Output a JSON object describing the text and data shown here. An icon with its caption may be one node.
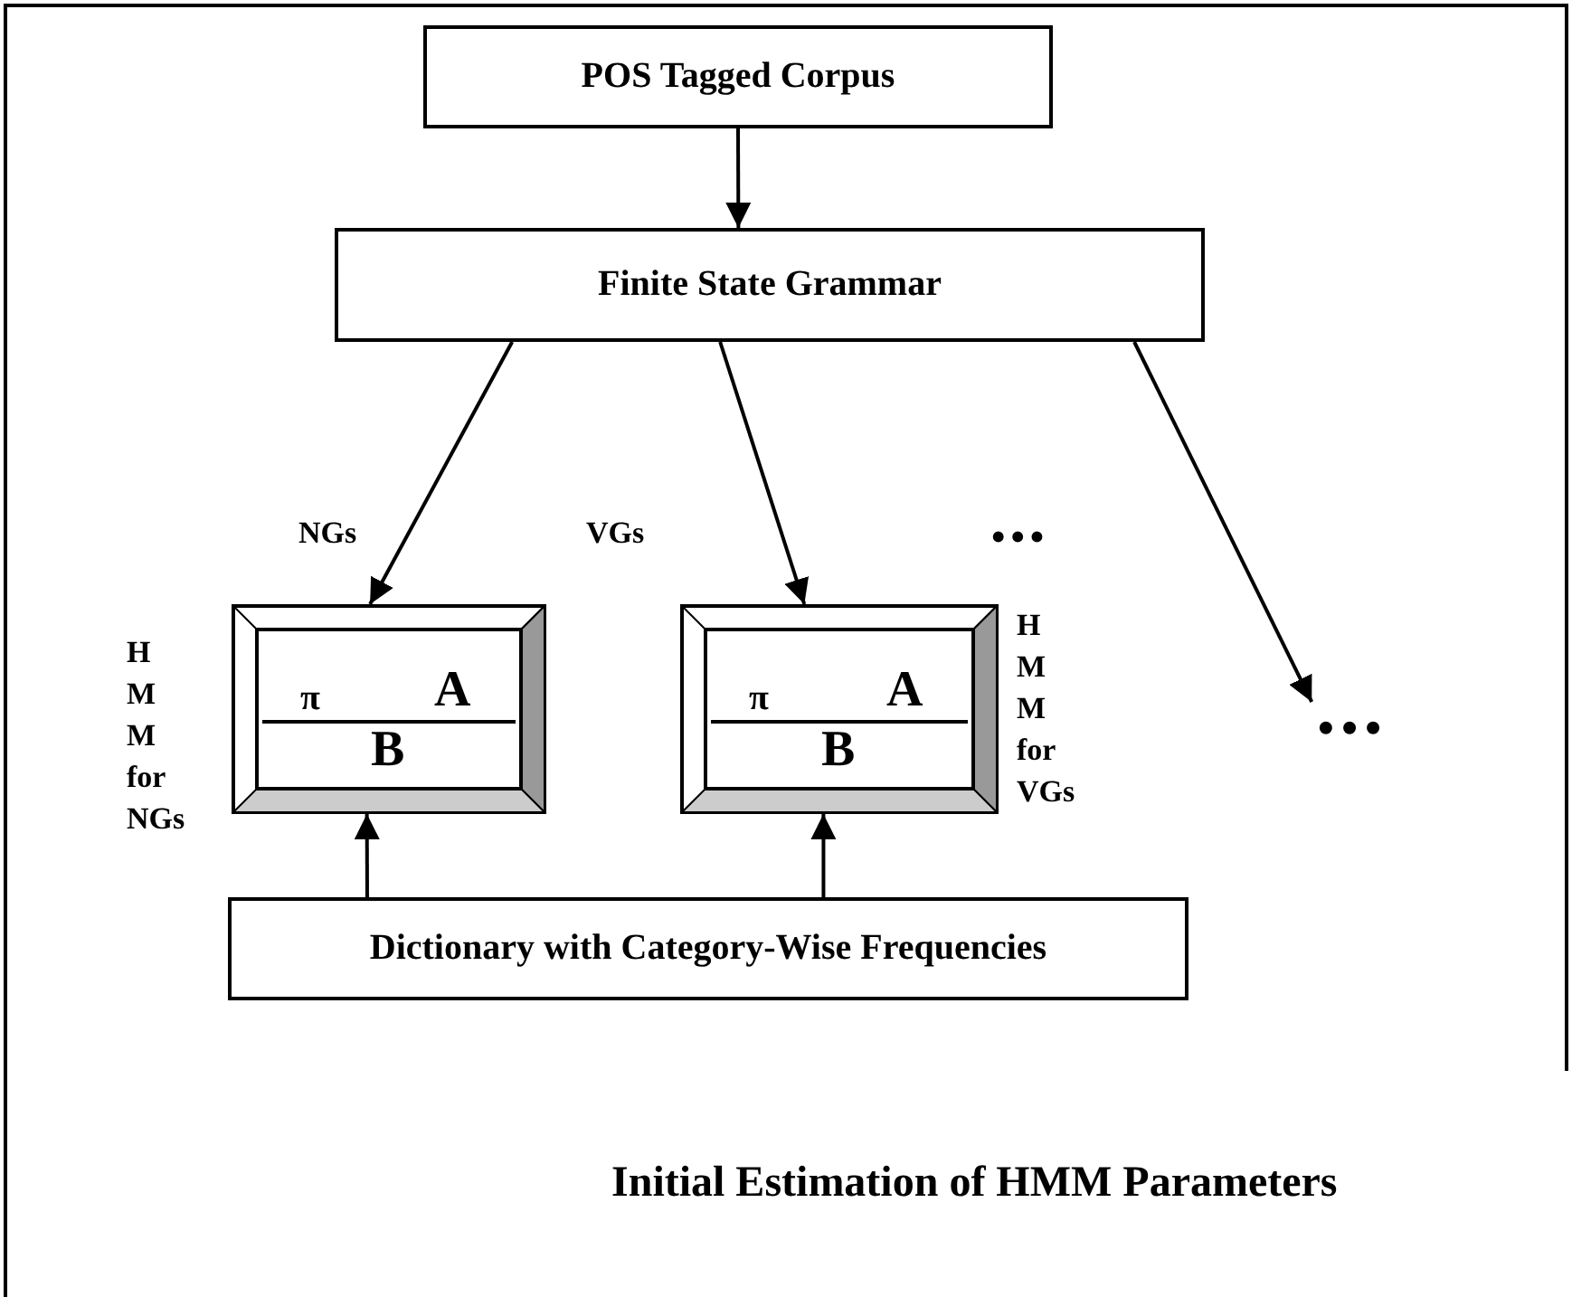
{
  "diagram": {
    "caption": "Initial Estimation of HMM Parameters",
    "nodes": [
      {
        "text": [
          "POS Tagged Corpus"
        ]
      },
      {
        "text": [
          "Finite State Grammar"
        ]
      },
      {
        "text": [
          "π",
          "A",
          "B"
        ],
        "beside": [
          "H M M for NGs"
        ]
      },
      {
        "text": [
          "π",
          "A",
          "B"
        ],
        "beside": [
          "H M M for VGs"
        ]
      },
      {
        "text": [
          "•••"
        ]
      },
      {
        "text": [
          "Dictionary with Category-Wise Frequencies"
        ]
      }
    ],
    "edges": [
      {
        "from": 0,
        "to": 1,
        "arrow": "to"
      },
      {
        "from": 1,
        "to": 2,
        "label": "NGs",
        "arrow": "to"
      },
      {
        "from": 1,
        "to": 3,
        "label": "VGs",
        "arrow": "to"
      },
      {
        "from": 1,
        "to": 4,
        "arrow": "to"
      },
      {
        "from": 5,
        "to": 2,
        "arrow": "to"
      },
      {
        "from": 5,
        "to": 3,
        "arrow": "to"
      }
    ],
    "labels": [
      "•••"
    ]
  }
}
